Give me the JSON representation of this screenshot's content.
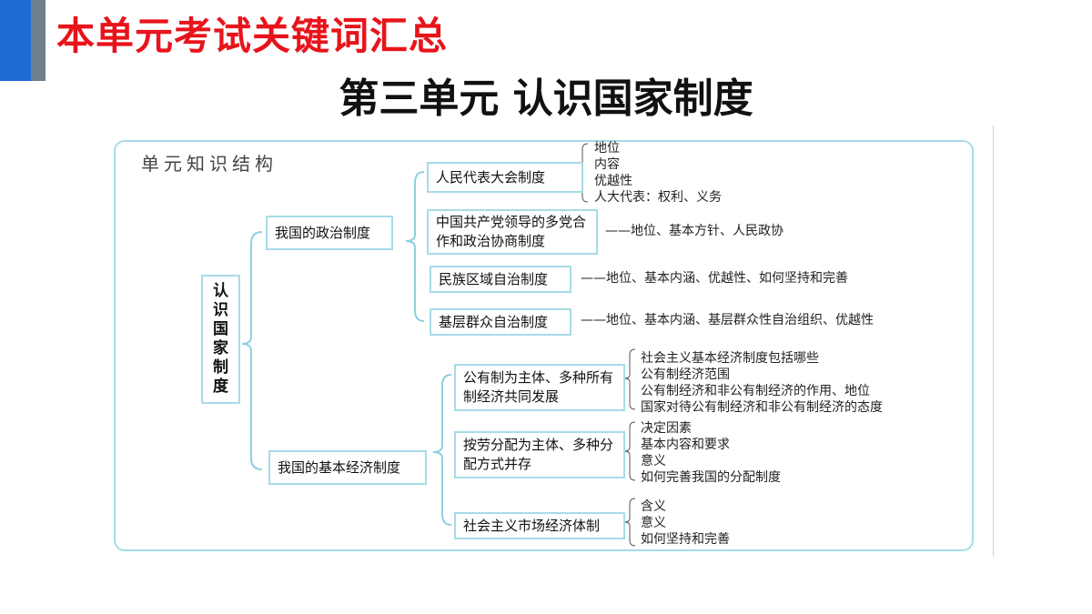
{
  "header": {
    "title": "本单元考试关键词汇总"
  },
  "unit": {
    "title": "第三单元  认识国家制度"
  },
  "diagram": {
    "structure_label": "单元知识结构",
    "root": "认识国家制度",
    "political": {
      "label": "我国的政治制度",
      "items": [
        {
          "label": "人民代表大会制度",
          "notes": [
            "地位",
            "内容",
            "优越性",
            "人大代表：权利、义务"
          ]
        },
        {
          "label": "中国共产党领导的多党合作和政治协商制度",
          "note": "——地位、基本方针、人民政协"
        },
        {
          "label": "民族区域自治制度",
          "note": "——地位、基本内涵、优越性、如何坚持和完善"
        },
        {
          "label": "基层群众自治制度",
          "note": "——地位、基本内涵、基层群众性自治组织、优越性"
        }
      ]
    },
    "economic": {
      "label": "我国的基本经济制度",
      "items": [
        {
          "label": "公有制为主体、多种所有制经济共同发展",
          "notes": [
            "社会主义基本经济制度包括哪些",
            "公有制经济范围",
            "公有制经济和非公有制经济的作用、地位",
            "国家对待公有制经济和非公有制经济的态度"
          ]
        },
        {
          "label": "按劳分配为主体、多种分配方式并存",
          "notes": [
            "决定因素",
            "基本内容和要求",
            "意义",
            "如何完善我国的分配制度"
          ]
        },
        {
          "label": "社会主义市场经济体制",
          "notes": [
            "含义",
            "意义",
            "如何坚持和完善"
          ]
        }
      ]
    }
  },
  "colors": {
    "accent_blue": "#1f6bd6",
    "accent_gray": "#6f7f8c",
    "title_red": "#e8141b",
    "frame": "#a8dbe8"
  }
}
